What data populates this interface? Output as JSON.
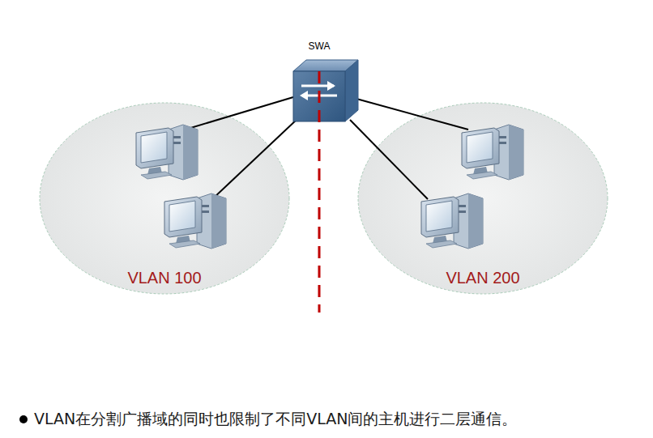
{
  "diagram": {
    "nodes": [
      {
        "text": [
          "SWA"
        ]
      },
      {
        "text": [
          "VLAN 100"
        ]
      },
      {
        "text": [
          "VLAN 200"
        ]
      }
    ],
    "labels": [
      "VLAN在分割广播域的同时也限制了不同VLAN间的主机进行二层通信。"
    ]
  }
}
